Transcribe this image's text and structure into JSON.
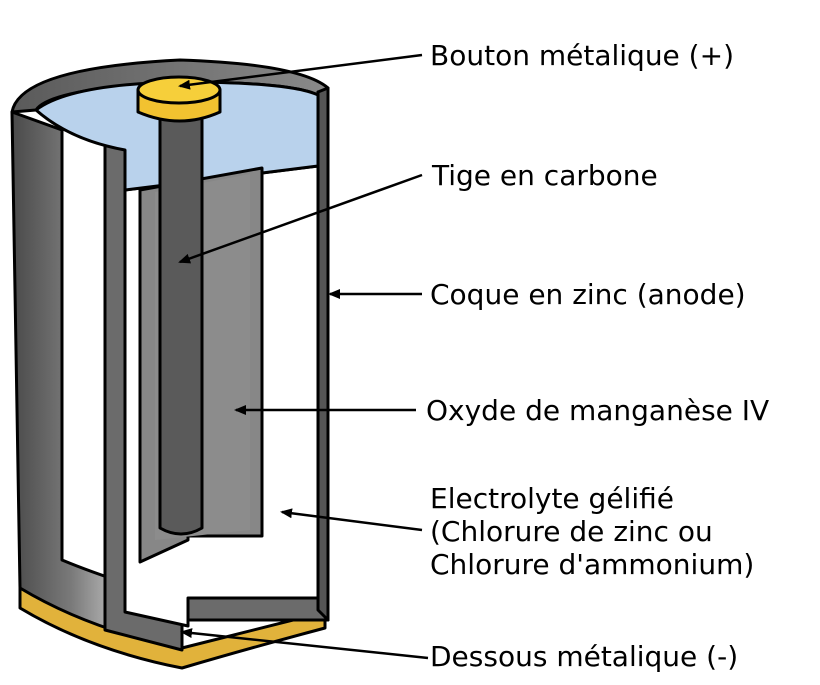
{
  "labels": {
    "button": "Bouton métalique (+)",
    "rod": "Tige en carbone",
    "shell": "Coque en zinc (anode)",
    "oxide": "Oxyde de manganèse IV",
    "electrolyte_line1": "Electrolyte gélifié",
    "electrolyte_line2": "(Chlorure de zinc ou",
    "electrolyte_line3": "Chlorure d'ammonium)",
    "bottom": "Dessous métalique (-)"
  },
  "colors": {
    "zinc_shell": "#6b6b6b",
    "zinc_shell_light": "#d0d0d0",
    "electrolyte_top": "#b9d2ec",
    "electrolyte_gel": "#ffffff",
    "manganese_oxide": "#878787",
    "carbon_rod": "#5a5a5a",
    "metal_button": "#f6cf3a",
    "metal_bottom": "#e1b23b"
  }
}
